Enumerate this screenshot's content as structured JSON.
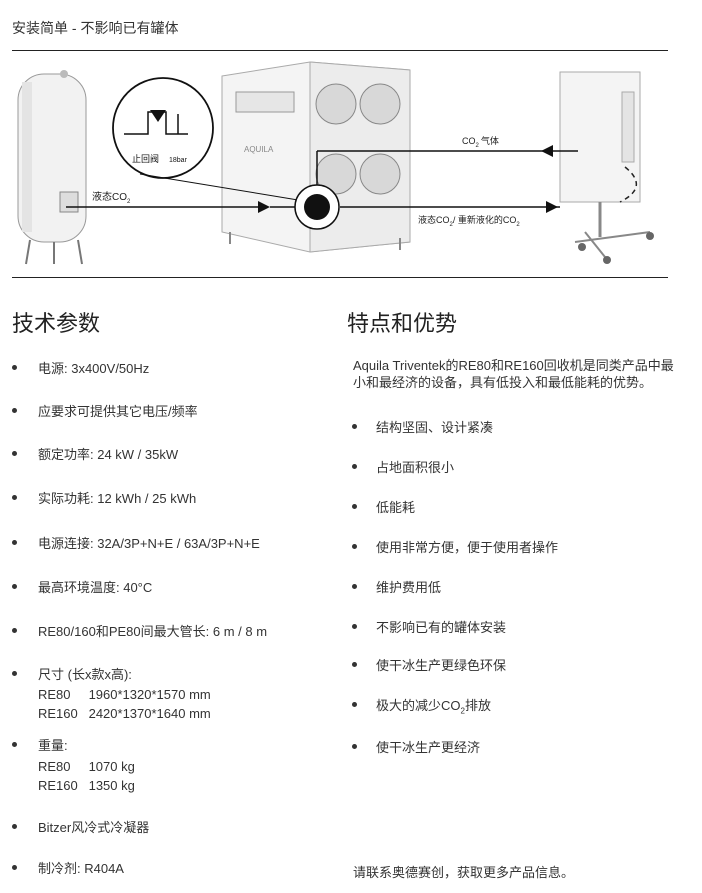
{
  "header": {
    "title": "安装简单  -  不影响已有罐体"
  },
  "diagram": {
    "valve_label": "止回阀",
    "valve_rating": "18bar",
    "co2_gas_label": "CO",
    "co2_gas_sub": "2",
    "co2_gas_suffix": "气体",
    "liquid_co2_label": "液态CO",
    "liquid_co2_sub": "2",
    "return_label_a": "液态CO",
    "return_label_sub_a": "2",
    "return_label_b": "/ 重新液化的CO",
    "return_label_sub_b": "2",
    "machine_brand": "AQUILA"
  },
  "specs": {
    "heading": "技术参数",
    "items": [
      {
        "text": "电源: 3x400V/50Hz"
      },
      {
        "text": "应要求可提供其它电压/频率"
      },
      {
        "text": "额定功率: 24 kW / 35kW"
      },
      {
        "text": "实际功耗: 12 kWh / 25 kWh"
      },
      {
        "text": "电源连接: 32A/3P+N+E  /  63A/3P+N+E"
      },
      {
        "text": "最高环境温度: 40°C"
      },
      {
        "text": "RE80/160和PE80间最大管长: 6 m / 8 m"
      },
      {
        "text": "尺寸 (长x款x高):",
        "sub": [
          "RE80     1960*1320*1570 mm",
          "RE160   2420*1370*1640 mm"
        ]
      },
      {
        "text": "重量:",
        "sub": [
          "RE80     1070 kg",
          "RE160   1350 kg"
        ]
      },
      {
        "text": "Bitzer风冷式冷凝器"
      },
      {
        "text": "制冷剂: R404A"
      }
    ]
  },
  "features": {
    "heading": "特点和优势",
    "intro": "Aquila   Triventek的RE80和RE160回收机是同类产品中最小和最经济的设备，具有低投入和最低能耗的优势。",
    "items": [
      {
        "text": "结构坚固、设计紧凑"
      },
      {
        "text": "占地面积很小"
      },
      {
        "text": "低能耗"
      },
      {
        "text": "使用非常方便，便于使用者操作"
      },
      {
        "text": "维护费用低"
      },
      {
        "text": "不影响已有的罐体安装"
      },
      {
        "text": "使干冰生产更绿色环保"
      },
      {
        "text": "极大的减少CO",
        "sub_inline": "2",
        "suffix": "排放"
      },
      {
        "text": "使干冰生产更经济"
      }
    ],
    "contact": "请联系奥德赛创，获取更多产品信息。"
  }
}
